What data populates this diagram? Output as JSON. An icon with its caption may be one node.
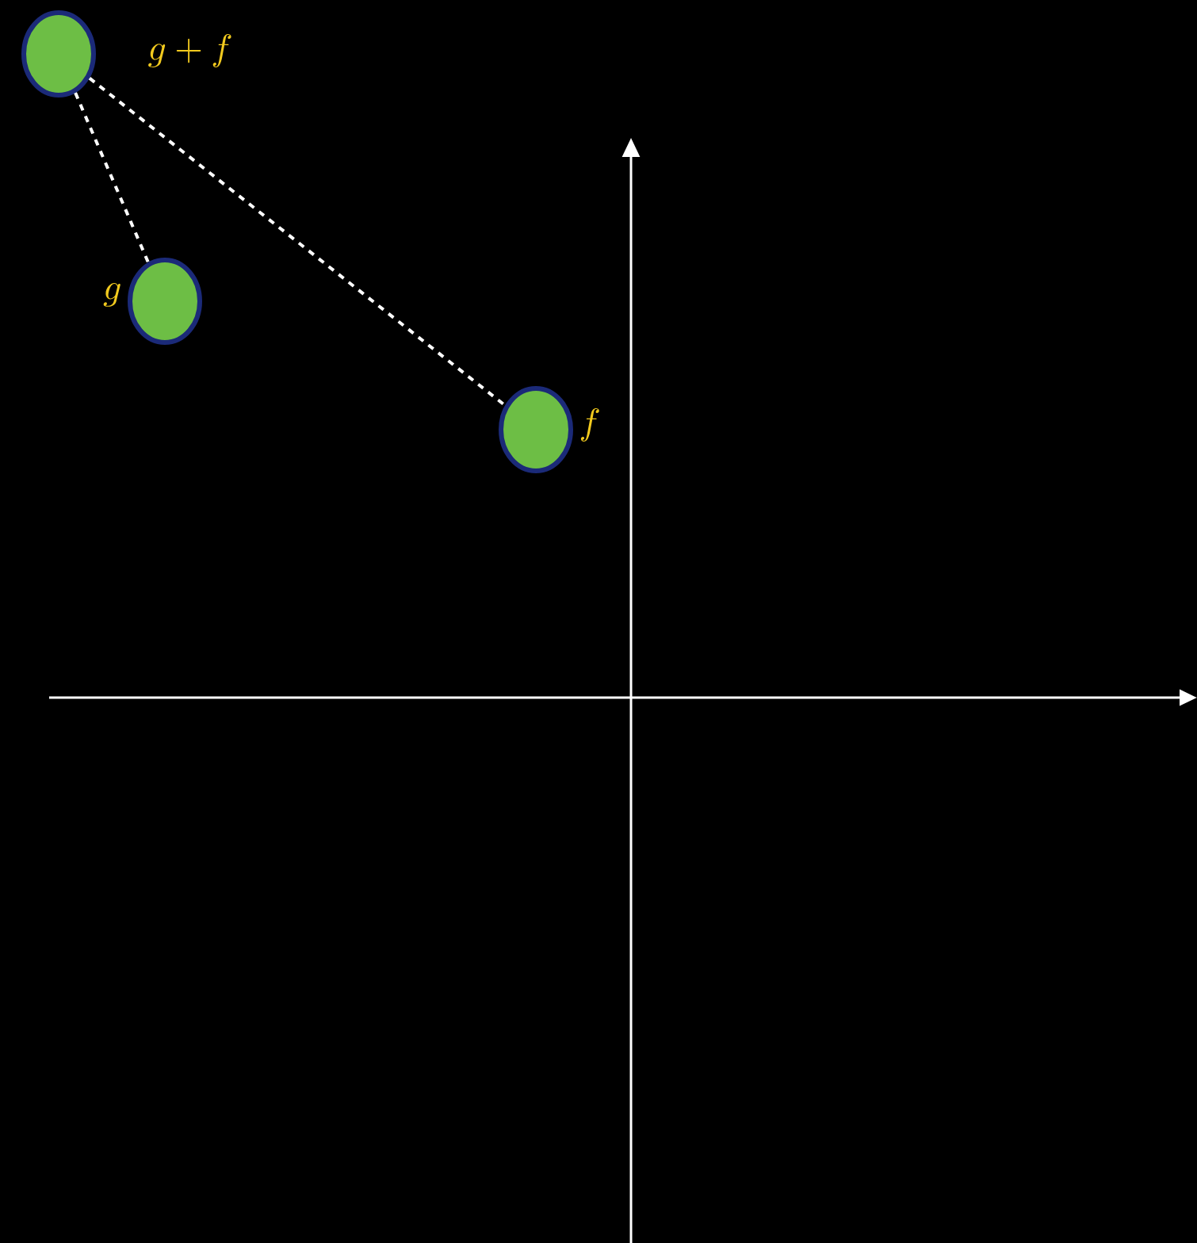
{
  "diagram": {
    "nodes": [
      {
        "text": [],
        "shape": "circle",
        "beside": [
          "g+f"
        ]
      },
      {
        "text": [],
        "shape": "circle",
        "beside": [
          "g"
        ]
      },
      {
        "text": [],
        "shape": "circle",
        "beside": [
          "f"
        ]
      }
    ],
    "edges": [
      {
        "from": 0,
        "to": 1,
        "arrow": "none",
        "style": "dashed"
      },
      {
        "from": 0,
        "to": 2,
        "arrow": "none",
        "style": "dashed"
      }
    ]
  }
}
